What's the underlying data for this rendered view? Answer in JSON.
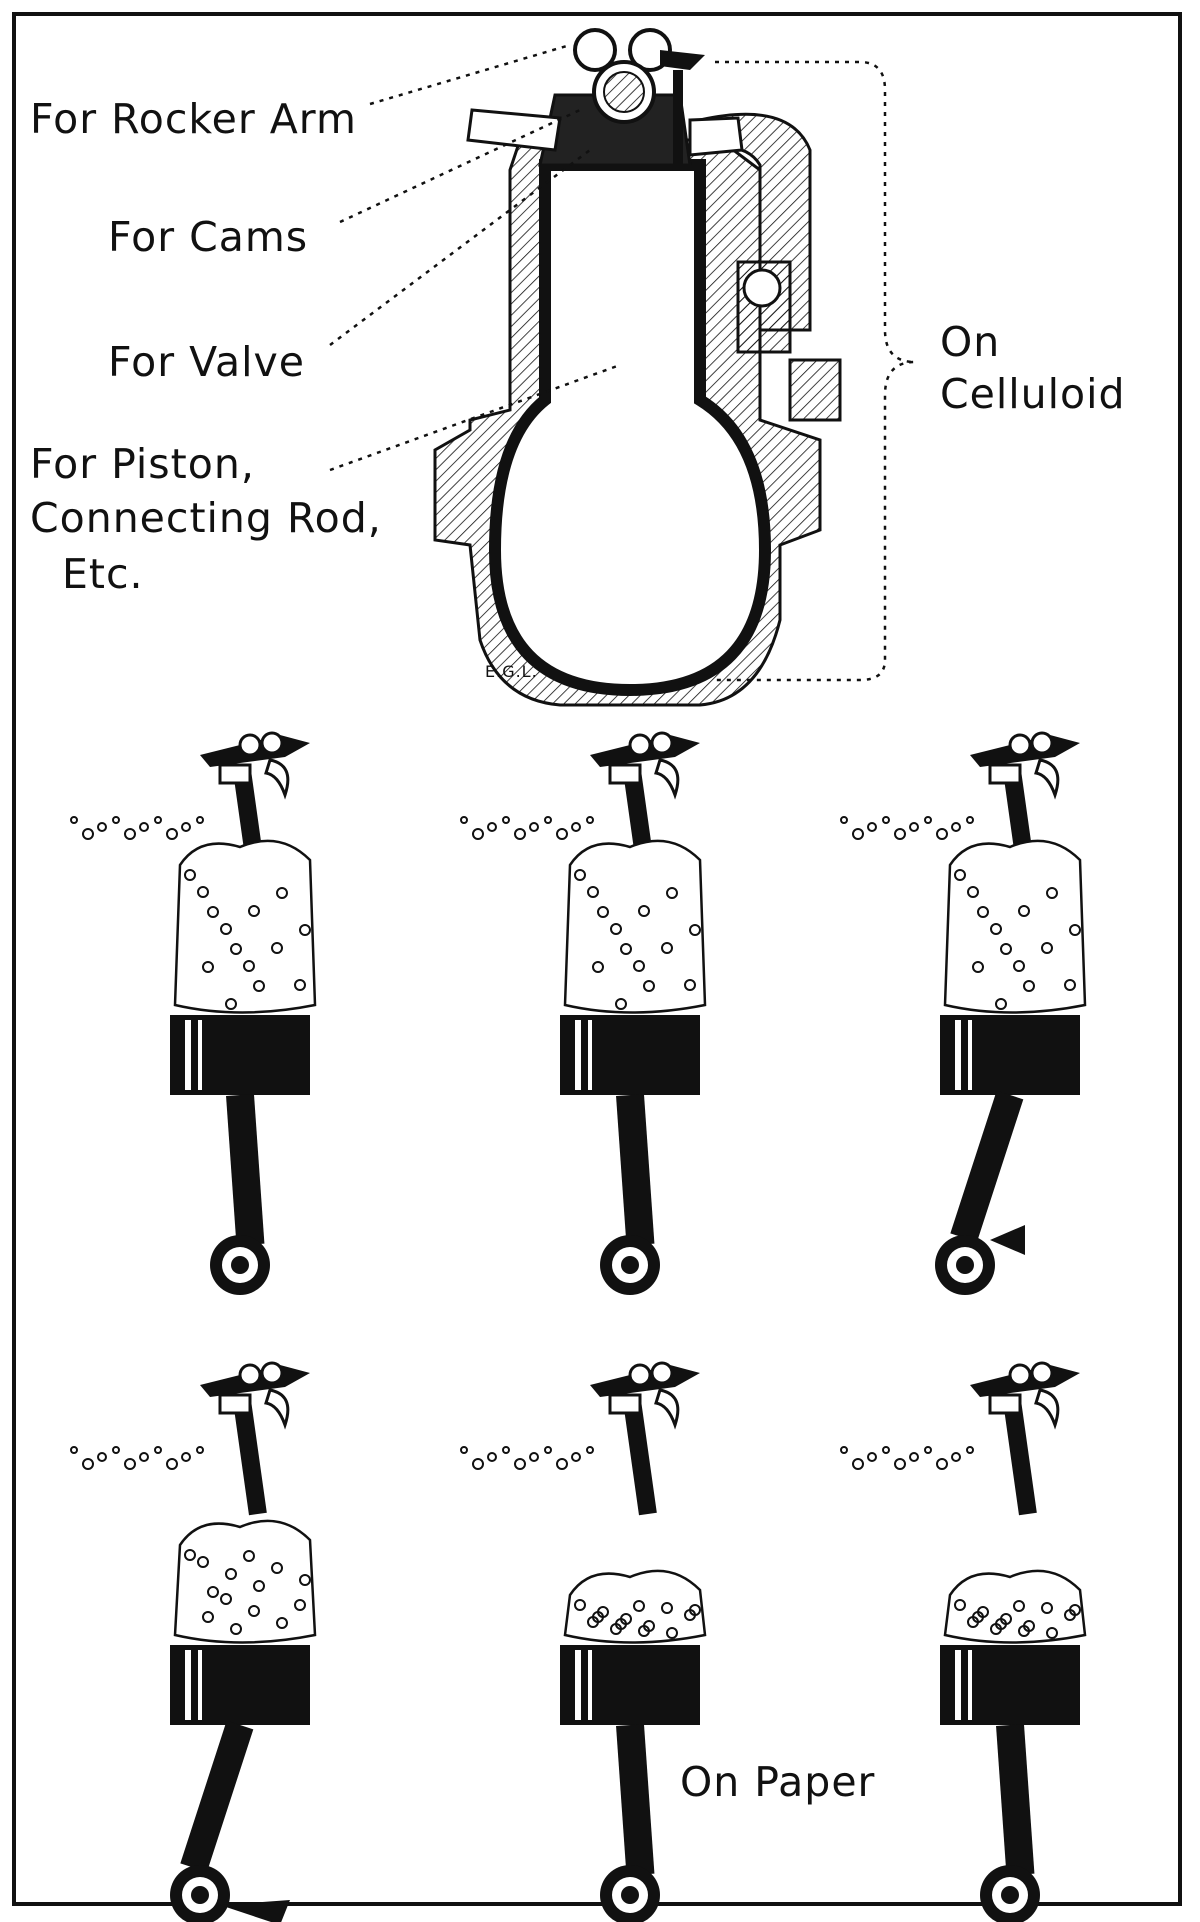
{
  "labels": {
    "rocker_arm": "For Rocker Arm",
    "cams": "For Cams",
    "valve": "For Valve",
    "piston_line1": "For Piston,",
    "piston_line2": "Connecting Rod,",
    "piston_line3": "Etc.",
    "celluloid_line1": "On",
    "celluloid_line2": "Celluloid",
    "paper": "On Paper",
    "initials": "E.G.L."
  },
  "colors": {
    "ink": "#111111",
    "paper": "#ffffff"
  },
  "figures": [
    {
      "name": "figure-1",
      "crank": "bottom"
    },
    {
      "name": "figure-2",
      "crank": "bottom"
    },
    {
      "name": "figure-3",
      "crank": "right"
    },
    {
      "name": "figure-4",
      "crank": "left"
    },
    {
      "name": "figure-5",
      "crank": "bottom"
    },
    {
      "name": "figure-6",
      "crank": "bottom"
    }
  ]
}
